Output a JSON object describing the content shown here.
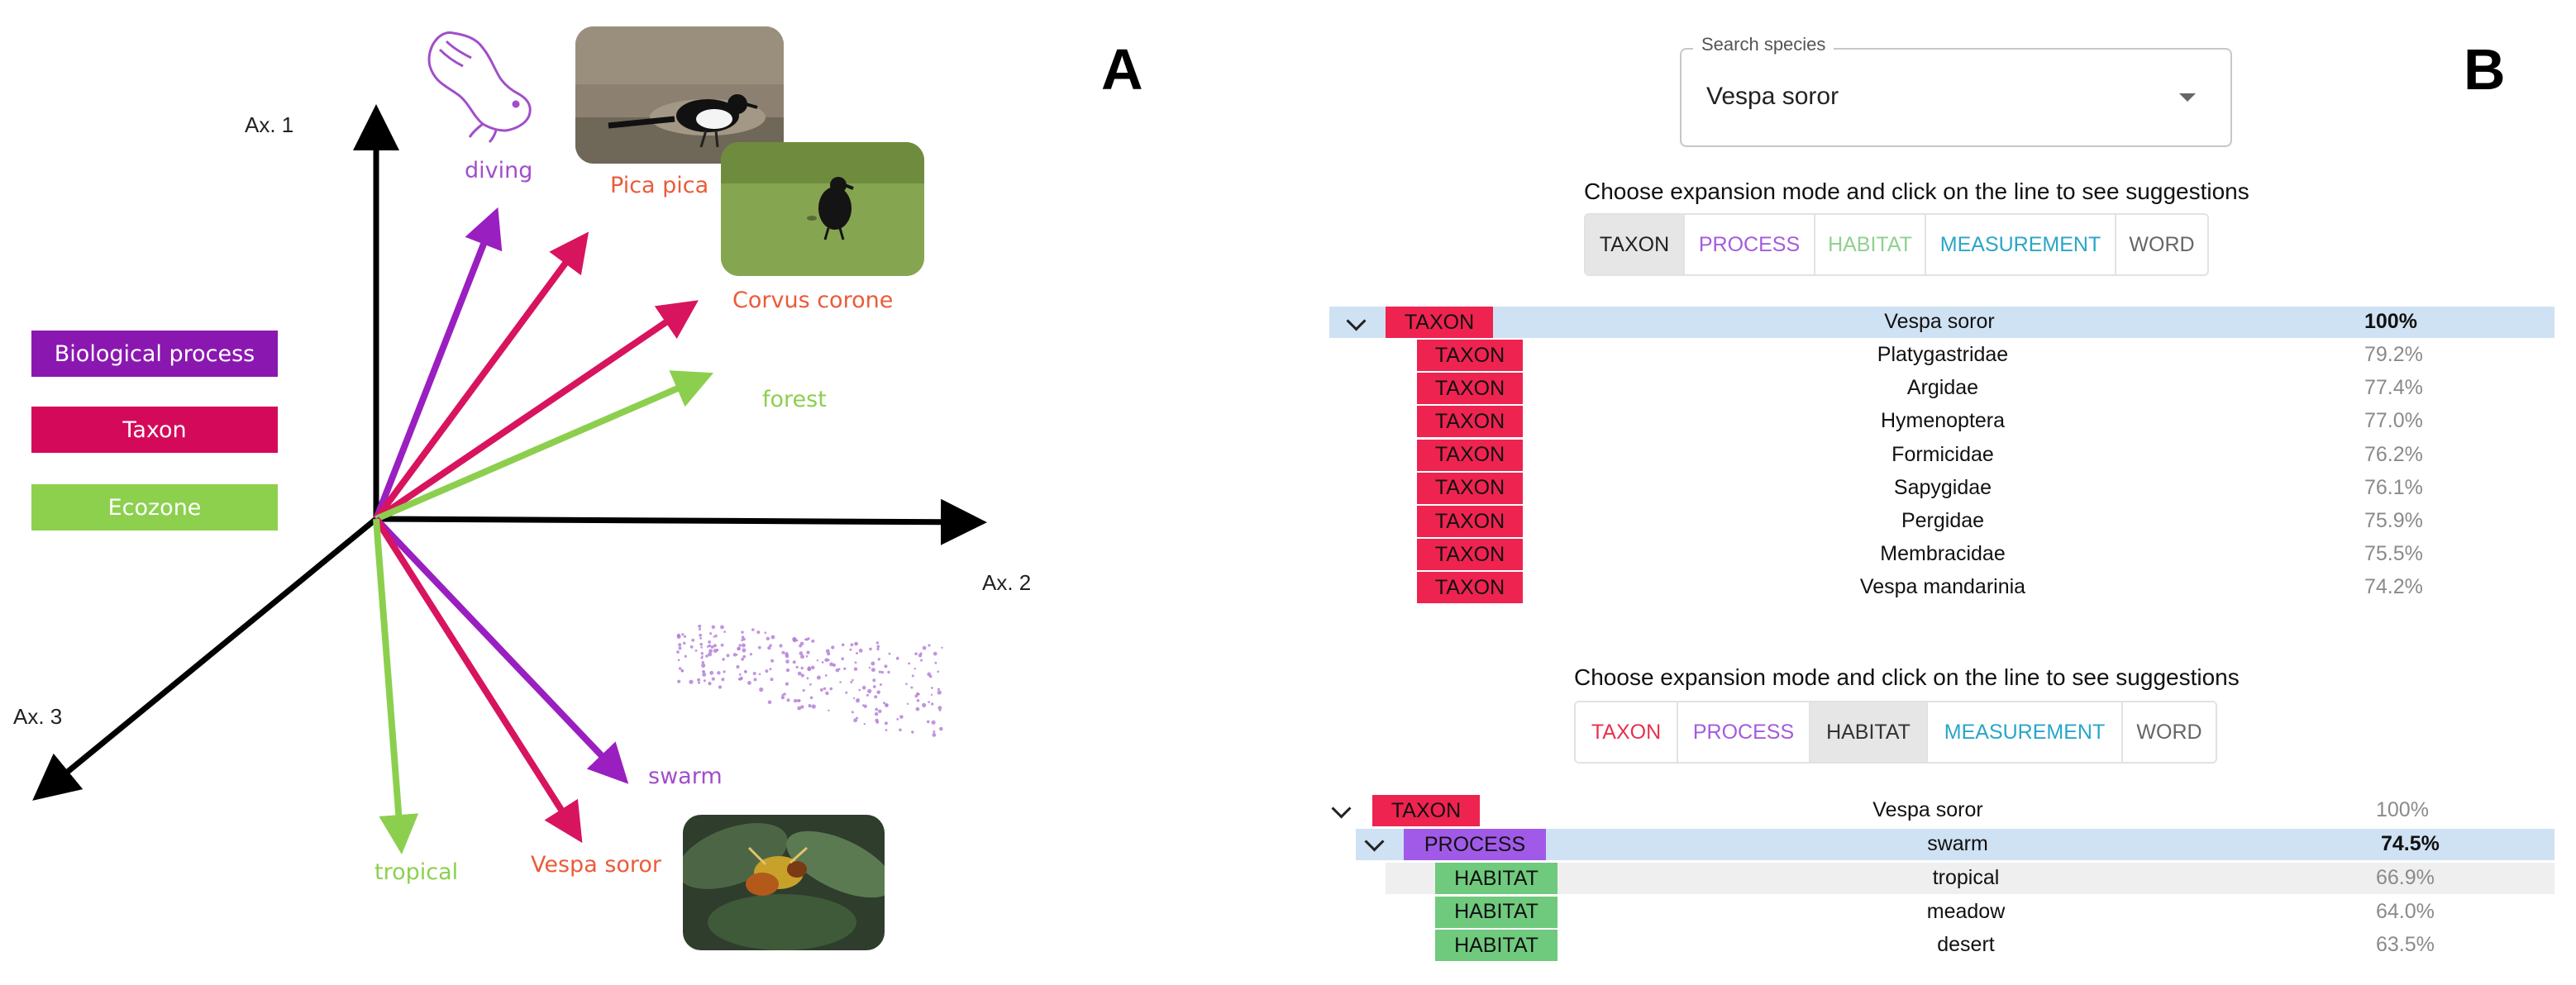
{
  "panel_a": {
    "letter": "A",
    "axes": {
      "ax1": "Ax. 1",
      "ax2": "Ax. 2",
      "ax3": "Ax. 3"
    },
    "legend": [
      {
        "label": "Biological process",
        "color": "#8a18b0"
      },
      {
        "label": "Taxon",
        "color": "#d4095a"
      },
      {
        "label": "Ecozone",
        "color": "#8cd04e"
      }
    ],
    "vector_labels": {
      "diving": "diving",
      "pica_pica": "Pica pica",
      "corvus_corone": "Corvus corone",
      "forest": "forest",
      "swarm": "swarm",
      "vespa_soror": "Vespa soror",
      "tropical": "tropical"
    },
    "colors": {
      "process": "#9a1fc0",
      "taxon": "#d8145e",
      "ecozone": "#8ccf4e",
      "process_label": "#a24ec9",
      "taxon_label": "#ec5a3a",
      "ecozone_label": "#8ccf4e"
    }
  },
  "panel_b": {
    "letter": "B",
    "search": {
      "label": "Search species",
      "value": "Vespa soror"
    },
    "instruction": "Choose expansion mode and click on the line to see suggestions",
    "block1": {
      "modes": [
        {
          "label": "TAXON",
          "color": "#222222"
        },
        {
          "label": "PROCESS",
          "color": "#a55bdc"
        },
        {
          "label": "HABITAT",
          "color": "#8fd08f"
        },
        {
          "label": "MEASUREMENT",
          "color": "#2aa5c9"
        },
        {
          "label": "WORD",
          "color": "#666666"
        }
      ],
      "active_mode": "TAXON",
      "root": {
        "tag": "TAXON",
        "name": "Vespa soror",
        "score": "100%"
      },
      "rows": [
        {
          "tag": "TAXON",
          "name": "Platygastridae",
          "score": "79.2%"
        },
        {
          "tag": "TAXON",
          "name": "Argidae",
          "score": "77.4%"
        },
        {
          "tag": "TAXON",
          "name": "Hymenoptera",
          "score": "77.0%"
        },
        {
          "tag": "TAXON",
          "name": "Formicidae",
          "score": "76.2%"
        },
        {
          "tag": "TAXON",
          "name": "Sapygidae",
          "score": "76.1%"
        },
        {
          "tag": "TAXON",
          "name": "Pergidae",
          "score": "75.9%"
        },
        {
          "tag": "TAXON",
          "name": "Membracidae",
          "score": "75.5%"
        },
        {
          "tag": "TAXON",
          "name": "Vespa mandarinia",
          "score": "74.2%"
        }
      ]
    },
    "block2": {
      "modes": [
        {
          "label": "TAXON",
          "color": "#e8304f"
        },
        {
          "label": "PROCESS",
          "color": "#a55bdc"
        },
        {
          "label": "HABITAT",
          "color": "#333333"
        },
        {
          "label": "MEASUREMENT",
          "color": "#2aa5c9"
        },
        {
          "label": "WORD",
          "color": "#666666"
        }
      ],
      "active_mode": "HABITAT",
      "root": {
        "tag": "TAXON",
        "name": "Vespa soror",
        "score": "100%"
      },
      "child": {
        "tag": "PROCESS",
        "name": "swarm",
        "score": "74.5%"
      },
      "rows": [
        {
          "tag": "HABITAT",
          "name": "tropical",
          "score": "66.9%"
        },
        {
          "tag": "HABITAT",
          "name": "meadow",
          "score": "64.0%"
        },
        {
          "tag": "HABITAT",
          "name": "desert",
          "score": "63.5%"
        }
      ]
    },
    "tag_colors": {
      "TAXON": "#ee2350",
      "PROCESS": "#a15ae8",
      "HABITAT": "#6fca7d"
    }
  }
}
